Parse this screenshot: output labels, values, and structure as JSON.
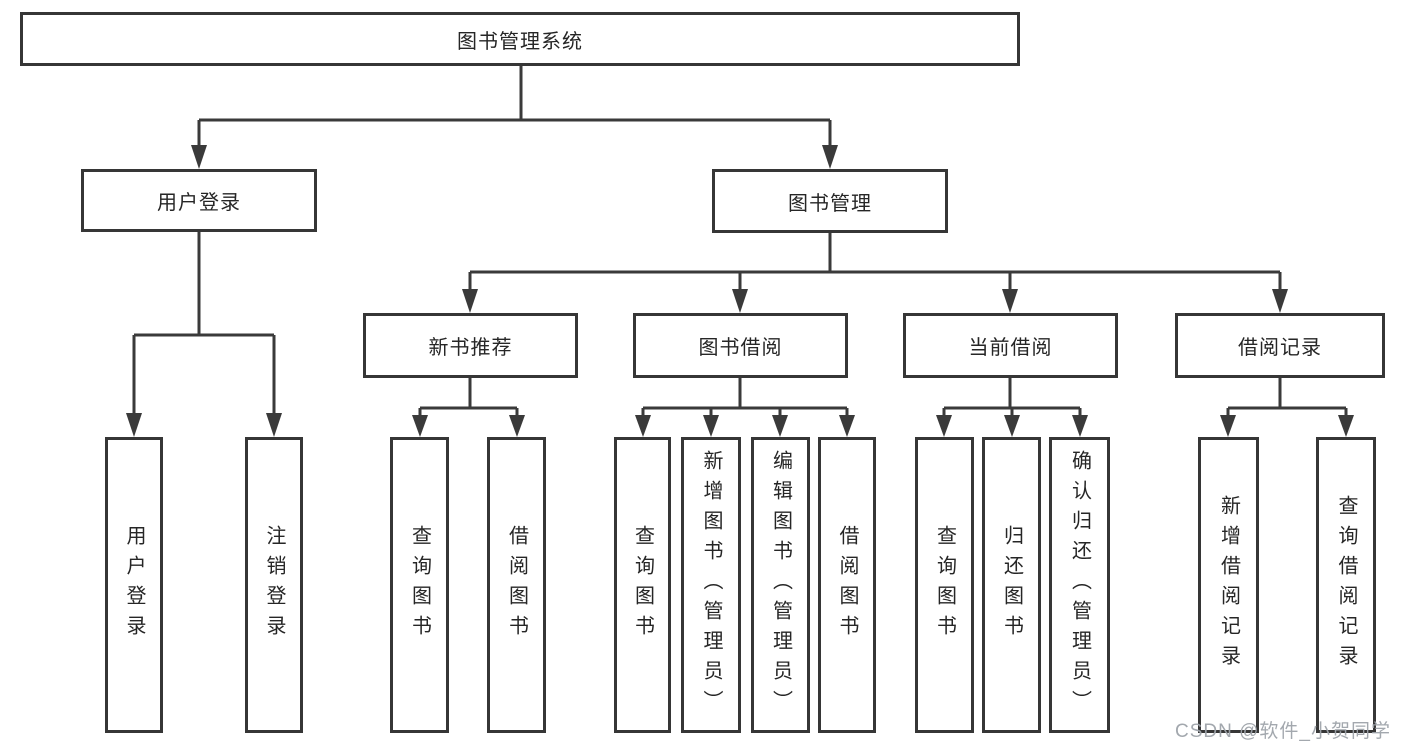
{
  "diagram_type": "hierarchy-tree",
  "colors": {
    "line": "#3a3a3a",
    "box_border": "#363636",
    "background": "#ffffff",
    "text": "#262626",
    "watermark": "#9ea3aa"
  },
  "tree": {
    "root": {
      "label": "图书管理系统",
      "children": [
        {
          "label": "用户登录",
          "children": [
            {
              "label": "用户登录"
            },
            {
              "label": "注销登录"
            }
          ]
        },
        {
          "label": "图书管理",
          "children": [
            {
              "label": "新书推荐",
              "children": [
                {
                  "label": "查询图书"
                },
                {
                  "label": "借阅图书"
                }
              ]
            },
            {
              "label": "图书借阅",
              "children": [
                {
                  "label": "查询图书"
                },
                {
                  "label": "新增图书（管理员）"
                },
                {
                  "label": "编辑图书（管理员）"
                },
                {
                  "label": "借阅图书"
                }
              ]
            },
            {
              "label": "当前借阅",
              "children": [
                {
                  "label": "查询图书"
                },
                {
                  "label": "归还图书"
                },
                {
                  "label": "确认归还（管理员）"
                }
              ]
            },
            {
              "label": "借阅记录",
              "children": [
                {
                  "label": "新增借阅记录"
                },
                {
                  "label": "查询借阅记录"
                }
              ]
            }
          ]
        }
      ]
    }
  },
  "watermark": {
    "text": "CSDN @软件_小贺同学"
  }
}
